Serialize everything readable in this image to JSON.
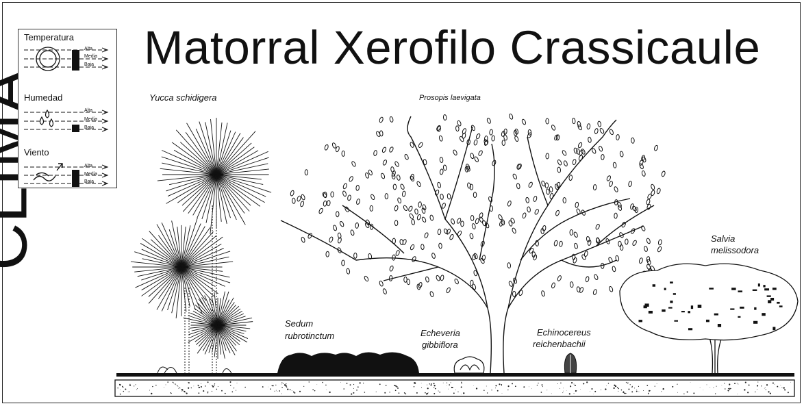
{
  "title": "Matorral Xerofilo Crassicaule",
  "side_title": "CLIMA",
  "legend": {
    "sections": [
      {
        "heading": "Temperatura",
        "levels": [
          "Alta",
          "Media",
          "Baja"
        ],
        "icon": "thermometer-ring-icon"
      },
      {
        "heading": "Humedad",
        "levels": [
          "Alta",
          "Media",
          "Baja"
        ],
        "icon": "water-drops-icon"
      },
      {
        "heading": "Viento",
        "levels": [
          "Alta",
          "Media",
          "Baja"
        ],
        "icon": "wind-swirl-icon"
      }
    ]
  },
  "plants": {
    "yucca": "Yucca schidigera",
    "prosopis": "Prosopis laevigata",
    "sedum_1": "Sedum",
    "sedum_2": "rubrotinctum",
    "echeveria_1": "Echeveria",
    "echeveria_2": "gibbiflora",
    "echinocereus_1": "Echinocereus",
    "echinocereus_2": "reichenbachii",
    "salvia_1": "Salvia",
    "salvia_2": "melissodora"
  },
  "colors": {
    "ink": "#111111",
    "paper": "#ffffff"
  }
}
